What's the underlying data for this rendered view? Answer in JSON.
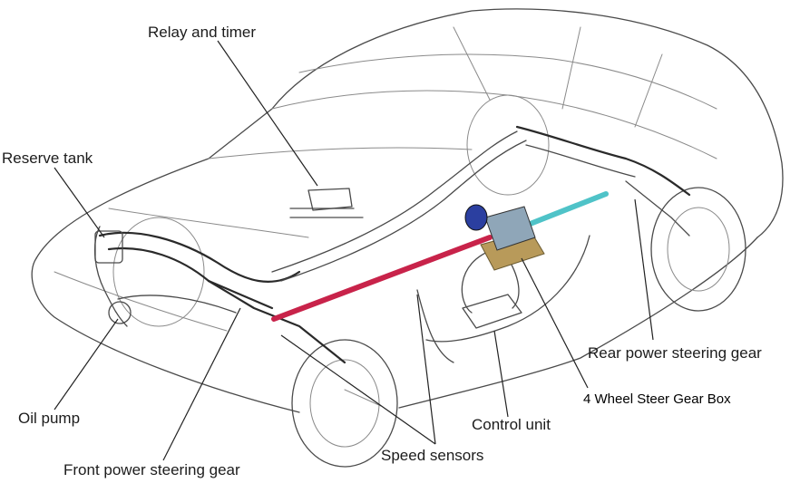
{
  "labels": {
    "relay_and_timer": "Relay and timer",
    "reserve_tank": "Reserve tank",
    "oil_pump": "Oil pump",
    "front_power_steering_gear": "Front power steering gear",
    "speed_sensors": "Speed sensors",
    "control_unit": "Control unit",
    "rear_power_steering_gear": "Rear power steering gear",
    "four_wheel_steer_gear_box": "4 Wheel Steer Gear Box"
  },
  "colors": {
    "front_shaft": "#c8234a",
    "rear_shaft": "#4fc3c8",
    "gear_box_body": "#8fa6b8",
    "gear_box_motor": "#2b3fa0",
    "gear_box_base": "#b89a5a"
  }
}
